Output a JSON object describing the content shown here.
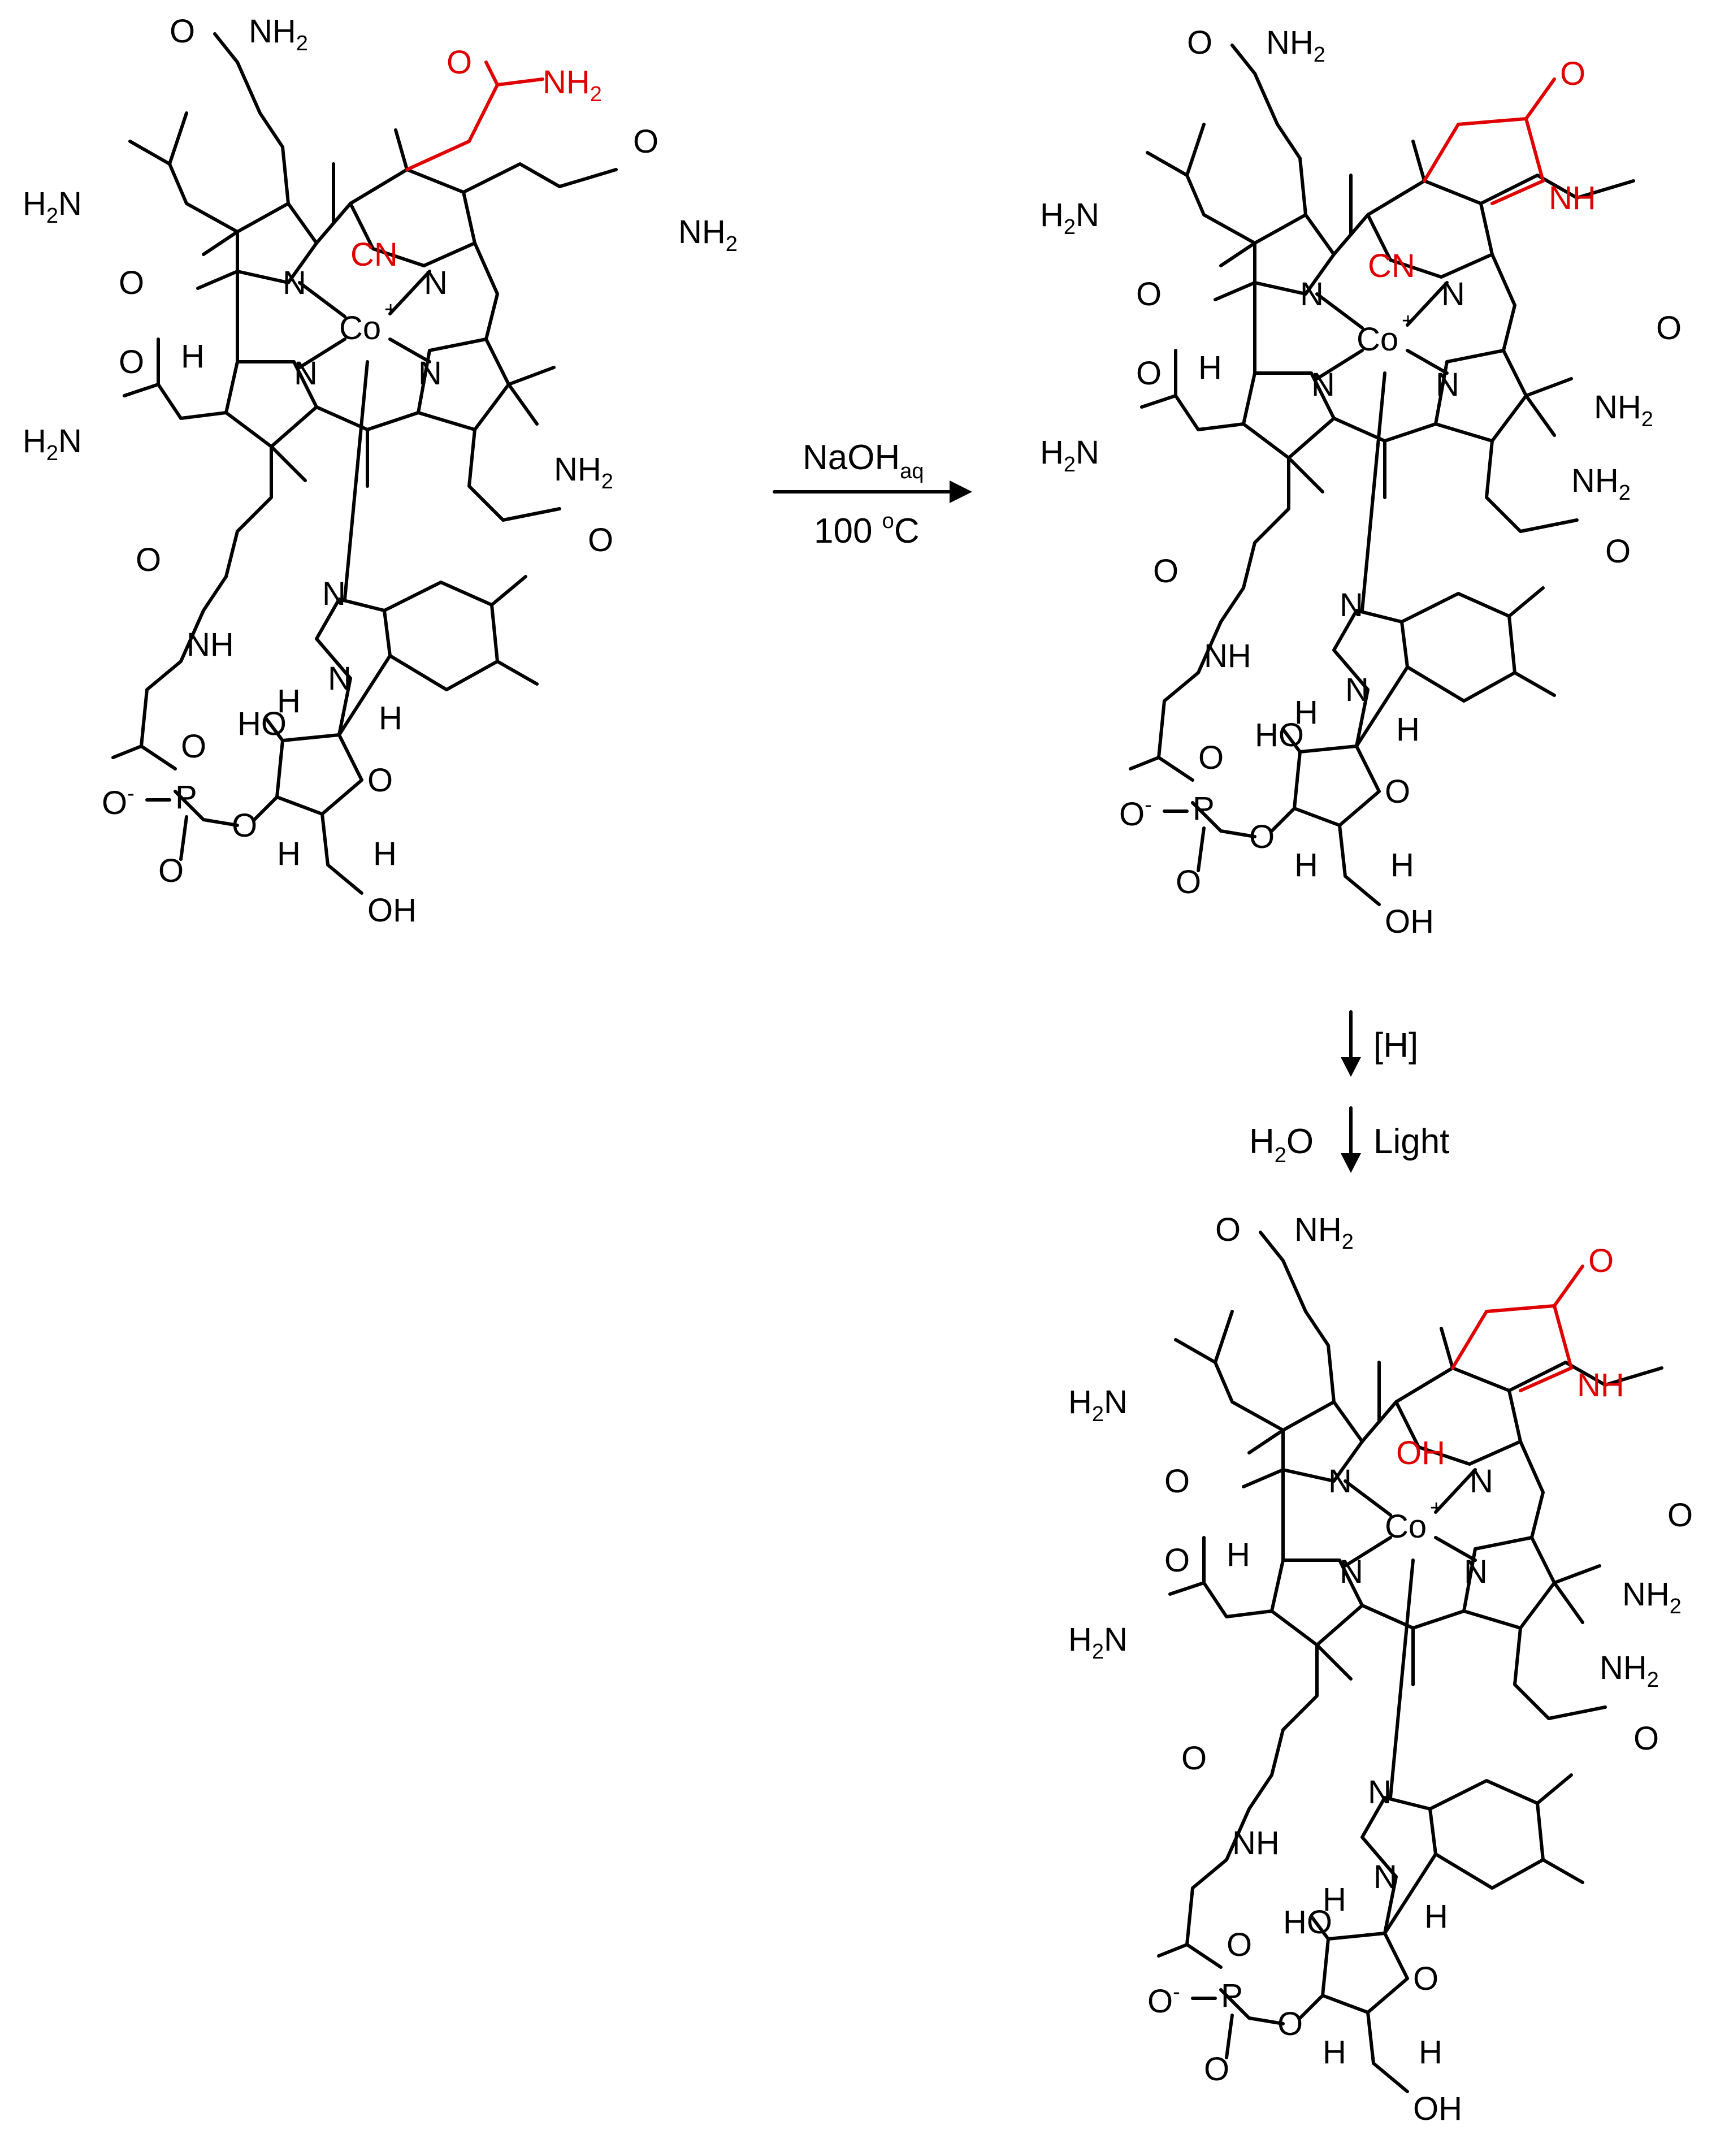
{
  "reaction": {
    "step1_reagent": "NaOH",
    "step1_reagent_sub": "aq",
    "step1_temp_value": "100 ",
    "step1_temp_sup": "o",
    "step1_temp_unit": "C",
    "step2_reagent": "[H]",
    "step3_reagent_left": "H",
    "step3_reagent_left_sub": "2",
    "step3_reagent_left_tail": "O",
    "step3_reagent_right": "Light"
  },
  "labels": {
    "amide_nh2": "NH",
    "amide_h2n": "H",
    "sub2": "2",
    "N": "N",
    "O": "O",
    "NH": "NH",
    "H": "H",
    "HO": "HO",
    "OH": "OH",
    "P": "P",
    "cobalt": "Co",
    "plus": "+",
    "minus": "-",
    "cyano": "CN",
    "hydroxo": "OH"
  },
  "colors": {
    "highlight": "#e00000",
    "ink": "#000000"
  }
}
